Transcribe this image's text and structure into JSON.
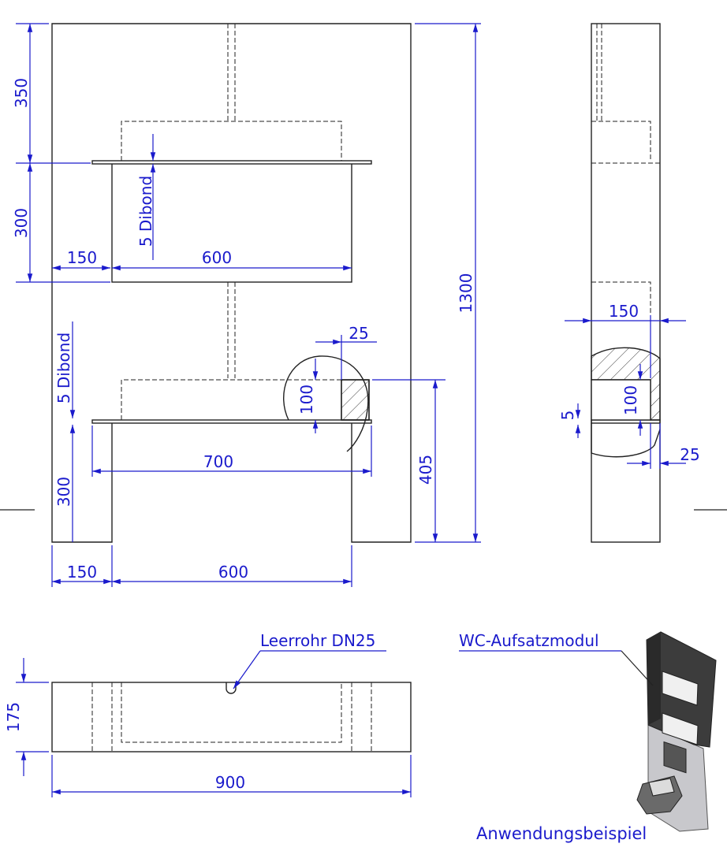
{
  "front_view": {
    "top_height": "350",
    "upper_niche_height": "300",
    "side_width_upper": "150",
    "upper_shelf_width": "600",
    "upper_panel_label": "5 Dibond",
    "total_height": "1300",
    "lower_panel_label": "5 Dibond",
    "lower_cut_offset": "25",
    "lower_cut_height": "100",
    "lower_shelf_width": "700",
    "leg_height": "300",
    "shelf_height_from_floor": "405",
    "side_width_lower": "150",
    "bottom_opening_width": "600"
  },
  "side_view": {
    "depth": "150",
    "panel_thickness": "5",
    "cut_height": "100",
    "cut_offset": "25"
  },
  "top_view": {
    "conduit_label": "Leerrohr DN25",
    "depth": "175",
    "total_width": "900"
  },
  "example": {
    "module_label": "WC-Aufsatzmodul",
    "caption": "Anwendungsbeispiel"
  },
  "colors": {
    "dimension": "#1a1acc",
    "outline": "#222222",
    "module_dark": "#3c3c3c",
    "module_light": "#c8c8cc"
  }
}
